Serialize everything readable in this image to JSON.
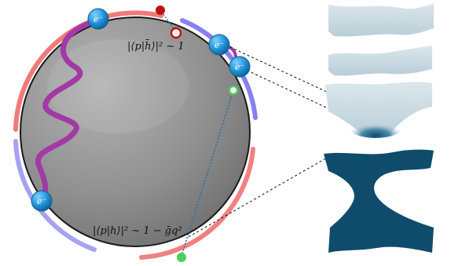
{
  "labels": {
    "overlap_top": "|⟨p|h̄⟩|² ∼ 1",
    "overlap_bottom": "|⟨p|h⟩|² ∼ 1 − ḡq²"
  },
  "electrons": [
    {
      "label": "e⁻"
    },
    {
      "label": "e⁻"
    },
    {
      "label": "e⁻"
    },
    {
      "label": "e⁻"
    }
  ],
  "colors": {
    "sphere_fill": "#8f8f8f",
    "sphere_edge": "#1a1a1a",
    "red_arc": "#f06a6a",
    "blue_arc": "#7b72ee",
    "wave": "#a23aa6",
    "electron": "#1e8fd6",
    "dot_red": "#c0120c",
    "dot_green": "#4ccf5c",
    "surface_light": "#cfdde4",
    "surface_dark": "#0f4c6c"
  }
}
